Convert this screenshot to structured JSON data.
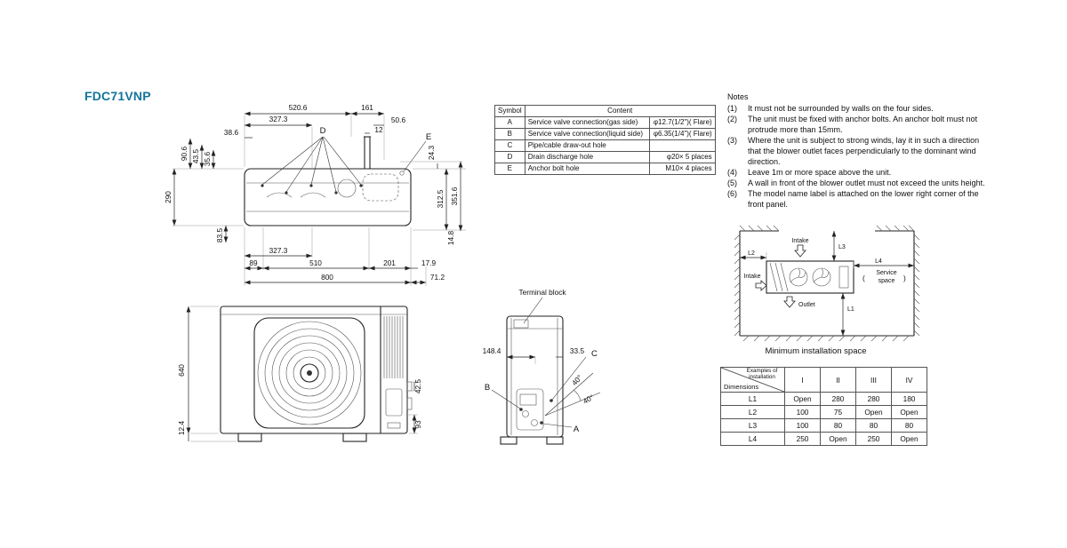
{
  "title": "FDC71VNP",
  "accent_color": "#15749c",
  "symbol_table": {
    "headers": {
      "symbol": "Symbol",
      "content": "Content"
    },
    "rows": [
      {
        "symbol": "A",
        "content": "Service valve connection(gas side)",
        "spec": "φ12.7(1/2\")( Flare)"
      },
      {
        "symbol": "B",
        "content": "Service valve connection(liquid side)",
        "spec": "φ6.35(1/4\")( Flare)"
      },
      {
        "symbol": "C",
        "content": "Pipe/cable draw-out hole",
        "spec": ""
      },
      {
        "symbol": "D",
        "content": "Drain discharge hole",
        "spec": "φ20× 5 places"
      },
      {
        "symbol": "E",
        "content": "Anchor bolt hole",
        "spec": "M10× 4 places"
      }
    ]
  },
  "notes": {
    "heading": "Notes",
    "items": [
      {
        "num": "(1)",
        "text": "It must not be surrounded by walls on the four sides."
      },
      {
        "num": "(2)",
        "text": "The unit must be fixed with anchor bolts. An anchor bolt must not protrude more than 15mm."
      },
      {
        "num": "(3)",
        "text": "Where the unit is subject to strong winds, lay it in such a direction that the blower outlet faces perpendicularly to the dominant wind direction."
      },
      {
        "num": "(4)",
        "text": "Leave 1m or more space above the unit."
      },
      {
        "num": "(5)",
        "text": "A wall in front of the blower outlet must not exceed the units height."
      },
      {
        "num": "(6)",
        "text": "The model name label is attached on the lower right corner of the front panel."
      }
    ]
  },
  "top_view": {
    "dims": {
      "w_top": "520.6",
      "w_top2": "161",
      "w_upper": "327.3",
      "w_right": "50.6",
      "w_small": "12",
      "left_off": "38.6",
      "v1": "90.6",
      "v2": "43.5",
      "v3": "35.6",
      "depth": "290",
      "r1": "24.3",
      "r2": "312.5",
      "r3": "351.6",
      "r4": "14.8",
      "b_left": "83.5",
      "b1": "327.3",
      "b2": "89",
      "b3": "510",
      "b4": "201",
      "b5": "17.9",
      "width": "800",
      "b6": "71.2"
    },
    "labels": {
      "d": "D",
      "e": "E"
    }
  },
  "front_view": {
    "dims": {
      "height": "640",
      "base": "12.4",
      "upper_right": "42.5",
      "lower_right": "93"
    }
  },
  "side_view": {
    "terminal_label": "Terminal block",
    "dims": {
      "back_to_hole": "148.4",
      "hole_to_front": "33.5",
      "angle_a": "40°",
      "angle_b": "40°"
    },
    "markers": {
      "a": "A",
      "b": "B",
      "c": "C"
    }
  },
  "installation": {
    "caption": "Minimum installation space",
    "labels": {
      "l1": "L1",
      "l2": "L2",
      "l3": "L3",
      "l4": "L4",
      "intake_top": "Intake",
      "intake_left": "Intake",
      "outlet": "Outlet",
      "service1": "Service",
      "service2": "space",
      "paren_open": "(",
      "paren_close": ")"
    }
  },
  "installation_table": {
    "corner_top": "Examples of installation",
    "corner_bottom": "Dimensions",
    "columns": [
      "I",
      "II",
      "III",
      "IV"
    ],
    "rows": [
      {
        "label": "L1",
        "values": [
          "Open",
          "280",
          "280",
          "180"
        ]
      },
      {
        "label": "L2",
        "values": [
          "100",
          "75",
          "Open",
          "Open"
        ]
      },
      {
        "label": "L3",
        "values": [
          "100",
          "80",
          "80",
          "80"
        ]
      },
      {
        "label": "L4",
        "values": [
          "250",
          "Open",
          "250",
          "Open"
        ]
      }
    ]
  }
}
